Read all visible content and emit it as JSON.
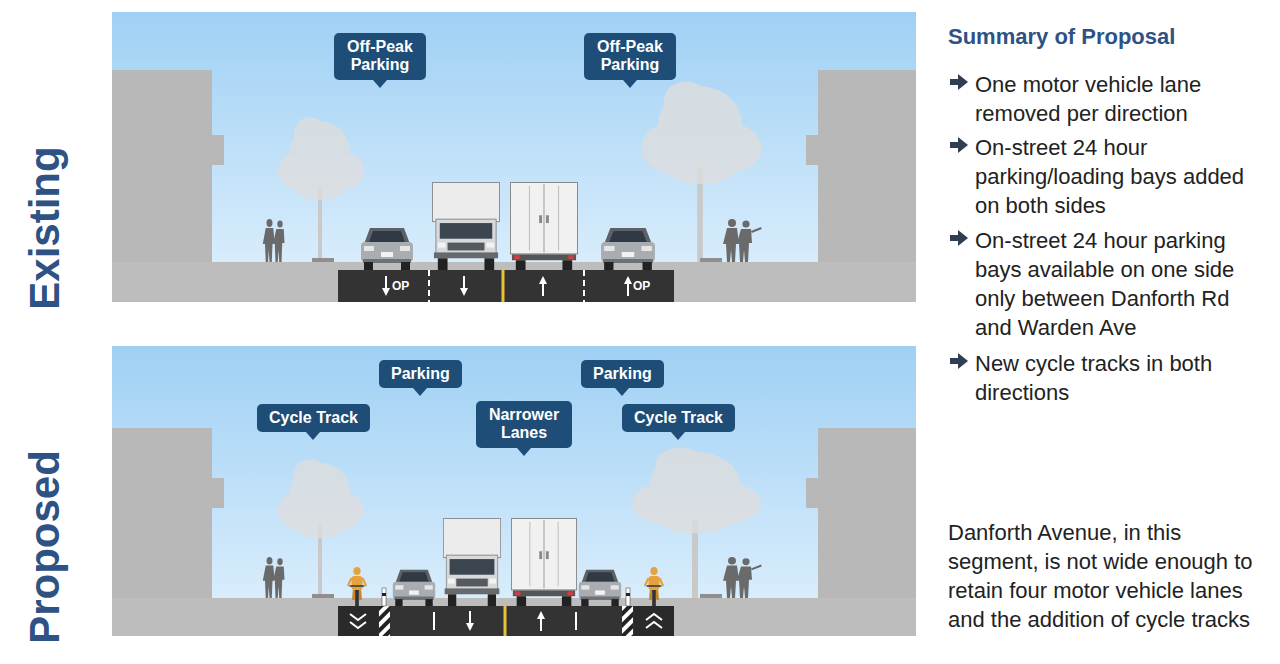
{
  "diagram": {
    "title": "Summary of Proposal",
    "nodes": [
      {
        "text": [
          "Off-Peak Parking"
        ]
      },
      {
        "text": [
          "Off-Peak Parking"
        ]
      },
      {
        "text": [
          "Parking"
        ]
      },
      {
        "text": [
          "Parking"
        ]
      },
      {
        "text": [
          "Cycle Track"
        ]
      },
      {
        "text": [
          "Narrower Lanes"
        ]
      },
      {
        "text": [
          "Cycle Track"
        ]
      }
    ],
    "labels": [
      "Existing",
      "OP",
      "OP",
      "Proposed",
      "One motor vehicle lane removed per direction",
      "On-street 24 hour parking/loading bays added on both sides",
      "On-street 24 hour parking bays available on one side only between Danforth Rd and Warden Ave",
      "New cycle tracks in both directions",
      "Danforth Avenue, in this segment, is not wide enough to retain four motor vehicle lanes and the addition of cycle tracks"
    ]
  }
}
